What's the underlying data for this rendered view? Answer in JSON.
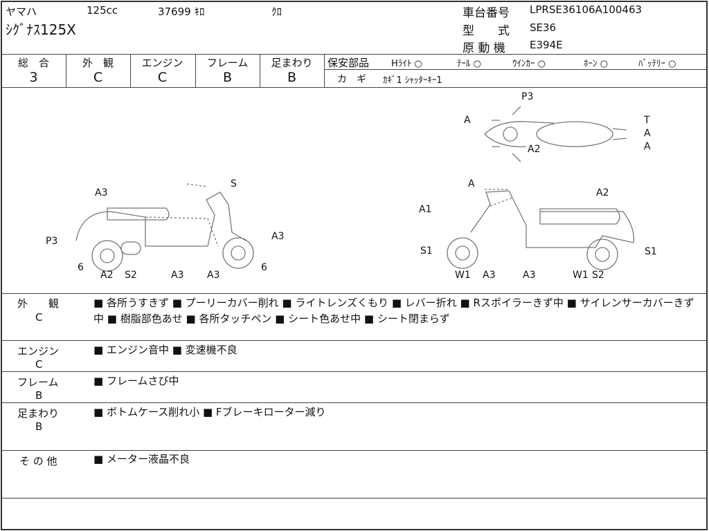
{
  "header": {
    "maker": "ヤマハ",
    "displacement": "125cc",
    "mileage": "37699 ｷﾛ",
    "color": "ｸﾛ",
    "model_name": "ｼｸﾞﾅｽ125X",
    "chassis_label": "車台番号",
    "chassis_no": "LPRSE36106A100463",
    "type_label": "型　　式",
    "type": "SE36",
    "engine_label": "原 動 機",
    "engine": "E394E"
  },
  "grades": [
    {
      "label": "総　合",
      "value": "3"
    },
    {
      "label": "外　観",
      "value": "C"
    },
    {
      "label": "エンジン",
      "value": "C"
    },
    {
      "label": "フレーム",
      "value": "B"
    },
    {
      "label": "足まわり",
      "value": "B"
    }
  ],
  "safety": {
    "label": "保安部品",
    "items": [
      {
        "name": "Hﾗｲﾄ",
        "mark": "○"
      },
      {
        "name": "ﾃｰﾙ",
        "mark": "○"
      },
      {
        "name": "ｳｲﾝｶｰ",
        "mark": "○"
      },
      {
        "name": "ﾎｰﾝ",
        "mark": "○"
      },
      {
        "name": "ﾊﾞｯﾃﾘｰ",
        "mark": "○"
      }
    ]
  },
  "keys": {
    "label": "カ　ギ",
    "value": "ｶｷﾞ1 ｼｬｯﾀｰｷｰ1"
  },
  "diagram": {
    "top": [
      "P3",
      "A",
      "T",
      "A",
      "A",
      "A2"
    ],
    "left": [
      "S",
      "A3",
      "P3",
      "A3",
      "6",
      "6",
      "A2",
      "S2",
      "A3",
      "A3"
    ],
    "right": [
      "A",
      "A2",
      "A1",
      "A3",
      "S1",
      "S1",
      "W1",
      "A3",
      "A3",
      "W1",
      "S2"
    ]
  },
  "sections": [
    {
      "title": "外　　観",
      "grade": "C",
      "text": "■ 各所うすきず ■ プーリーカバー削れ ■ ライトレンズくもり ■ レバー折れ ■ Rスポイラーきず中 ■ サイレンサーカバーきず中 ■ 樹脂部色あせ ■ 各所タッチペン ■ シート色あせ中 ■ シート閉まらず"
    },
    {
      "title": "エンジン",
      "grade": "C",
      "text": "■ エンジン音中 ■ 変速機不良"
    },
    {
      "title": "フレーム",
      "grade": "B",
      "text": "■ フレームさび中"
    },
    {
      "title": "足まわり",
      "grade": "B",
      "text": "■ ボトムケース削れ小 ■ Fブレーキローター減り"
    },
    {
      "title": "そ の 他",
      "grade": "",
      "text": "■ メーター液晶不良"
    }
  ]
}
